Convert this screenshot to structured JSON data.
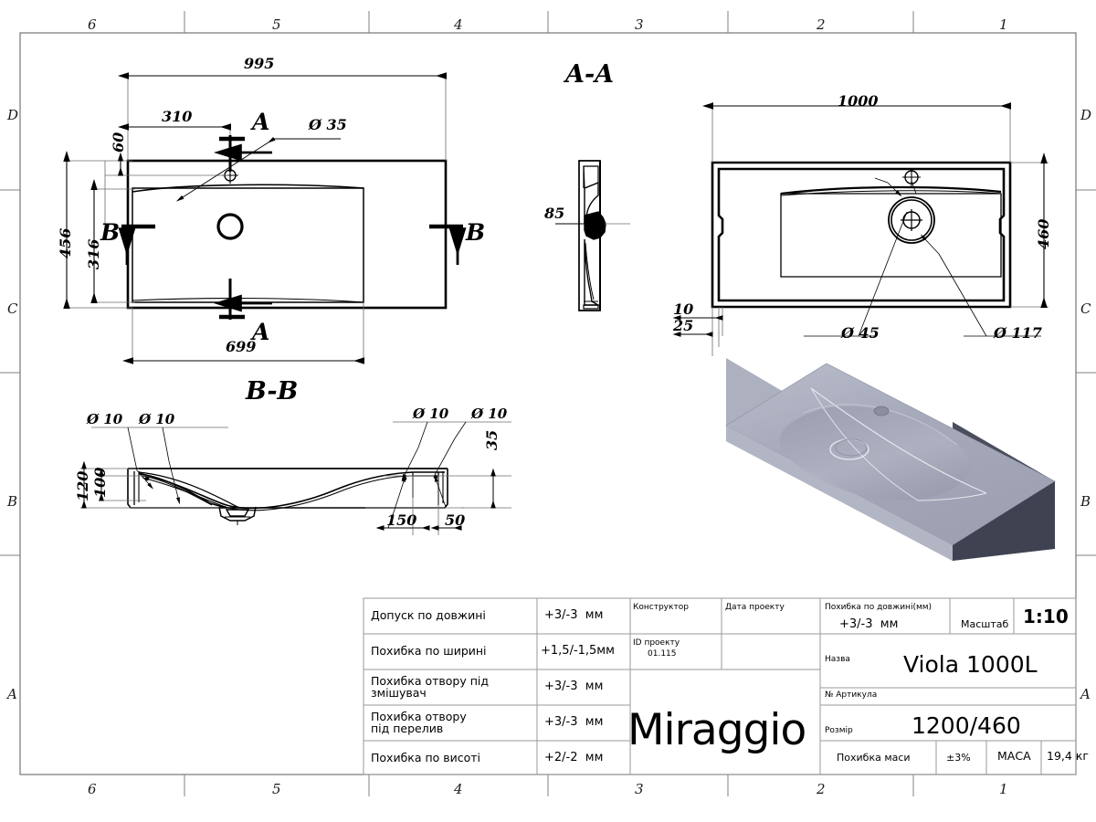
{
  "sheet": {
    "zones_top": [
      "6",
      "5",
      "4",
      "3",
      "2",
      "1"
    ],
    "zones_bottom": [
      "6",
      "5",
      "4",
      "3",
      "2",
      "1"
    ],
    "zones_left": [
      "D",
      "C",
      "B",
      "A"
    ],
    "zones_right": [
      "D",
      "C",
      "B",
      "A"
    ]
  },
  "views": {
    "front": {
      "dims": {
        "overall_width": "995",
        "hole_offset": "310",
        "top_edge": "60",
        "overall_height": "456",
        "bowl_height": "316",
        "bowl_width": "699",
        "faucet_hole": "Ø 35"
      },
      "section_marks": {
        "a_top": "A",
        "a_bottom": "A",
        "b_left": "B",
        "b_right": "B"
      }
    },
    "section_aa": {
      "title": "A-A",
      "dims": {
        "depth": "85"
      }
    },
    "top": {
      "dims": {
        "overall_length": "1000",
        "overall_depth": "460",
        "lip_inner": "10",
        "lip_outer": "25",
        "drain_inner": "Ø 45",
        "drain_outer": "Ø 117"
      }
    },
    "section_bb": {
      "title": "B-B",
      "dims": {
        "total_height": "120",
        "bowl_depth": "100",
        "rim_height": "35",
        "rim_run": "150",
        "rim_edge": "50",
        "r1": "Ø 10",
        "r2": "Ø 10",
        "r3": "Ø 10",
        "r4": "Ø 10"
      }
    },
    "render": {
      "name": "isometric-sink-render"
    }
  },
  "title_block": {
    "tolerances": [
      {
        "label": "Допуск по довжині",
        "value": "+3/-3  мм"
      },
      {
        "label": "Похибка по ширині",
        "value": "+1,5/-1,5мм"
      },
      {
        "label": "Похибка отвору під\nзмішувач",
        "value": "+3/-3  мм"
      },
      {
        "label": "Похибка отвору\nпід перелив",
        "value": "+3/-3  мм"
      },
      {
        "label": "Похибка по висоті",
        "value": "+2/-2  мм"
      }
    ],
    "designer_label": "Конструктор",
    "designer_value": "",
    "date_label": "Дата проекту",
    "date_value": "",
    "project_id_label": "ID проекту",
    "project_id_value": "01.115",
    "brand": "Miraggio",
    "length_tol_label": "Похибка по довжині(мм)",
    "length_tol_value": "+3/-3  мм",
    "scale_label": "Масштаб",
    "scale_value": "1:10",
    "name_label": "Назва",
    "name_value": "Viola 1000L",
    "article_label": "№ Артикула",
    "article_value": "",
    "size_label": "Розмір",
    "size_value": "1200/460",
    "mass_tol_label": "Похибка маси",
    "mass_tol_value": "±3%",
    "mass_label": "МАСА",
    "mass_value": "19,4 кг"
  },
  "colors": {
    "line": "#000000",
    "thin": "#555555",
    "frame": "#808080",
    "render_top": "#a9adbe",
    "render_side": "#3f4250"
  }
}
